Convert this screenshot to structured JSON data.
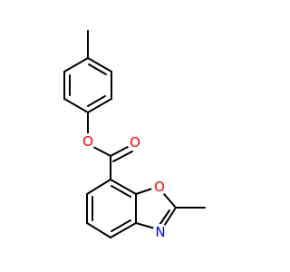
{
  "molecule": {
    "atoms": {
      "ester_oxygen": {
        "symbol": "O",
        "color": "#ff0000"
      },
      "carbonyl_oxygen": {
        "symbol": "O",
        "color": "#ff0000"
      },
      "ring_oxygen": {
        "symbol": "O",
        "color": "#ff0000"
      },
      "ring_nitrogen": {
        "symbol": "N",
        "color": "#0000ff"
      }
    },
    "bond_color": "#000000"
  }
}
